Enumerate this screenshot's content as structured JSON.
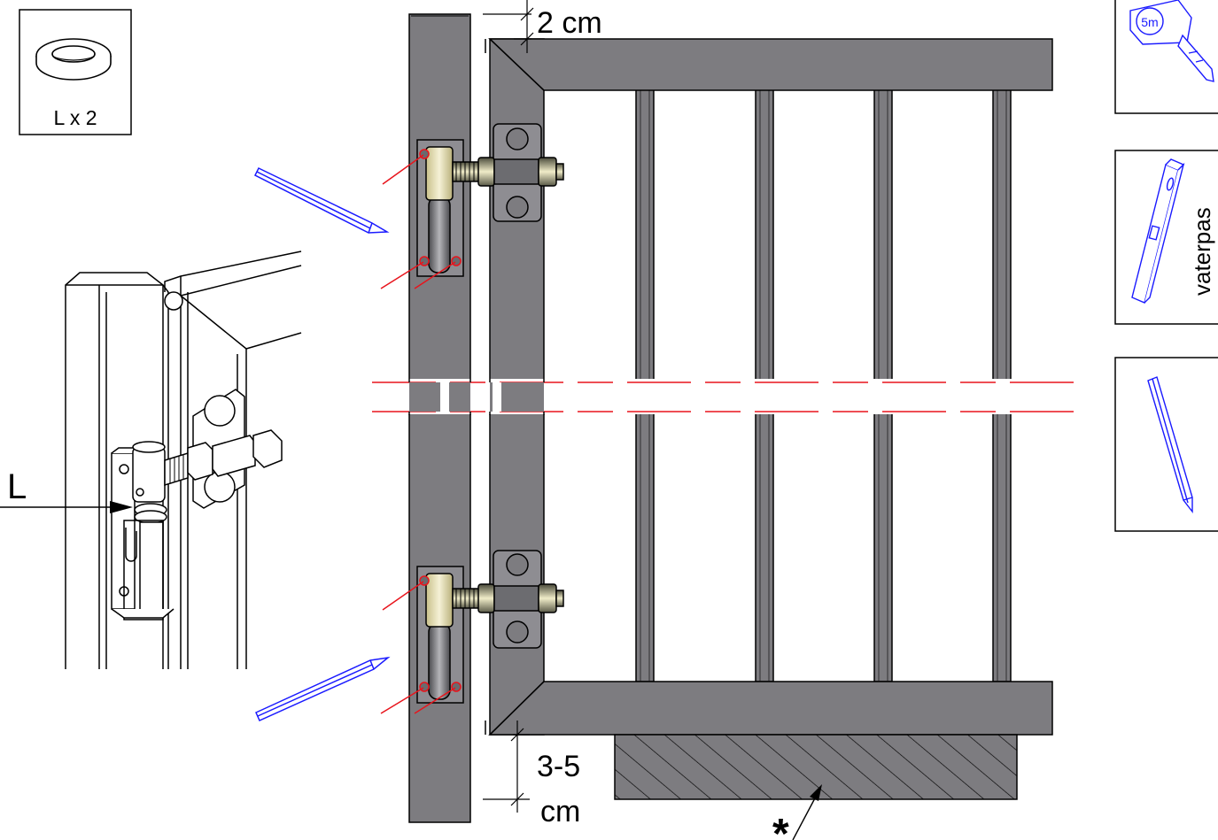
{
  "parts_box": {
    "label": "L x 2"
  },
  "callout": {
    "label": "L"
  },
  "dimensions": {
    "top_gap": "2 cm",
    "bottom_gap_line1": "3-5",
    "bottom_gap_line2": "cm"
  },
  "tools": {
    "tape_measure_mark": "5m",
    "level_label": "vaterpas"
  },
  "footnote_marker": "*",
  "colors": {
    "steel": "#7d7c80",
    "hinge_metal": "#e7e0a8",
    "pencil": "#1a1aff",
    "mark_line": "#e8141c",
    "outline": "#000000"
  }
}
